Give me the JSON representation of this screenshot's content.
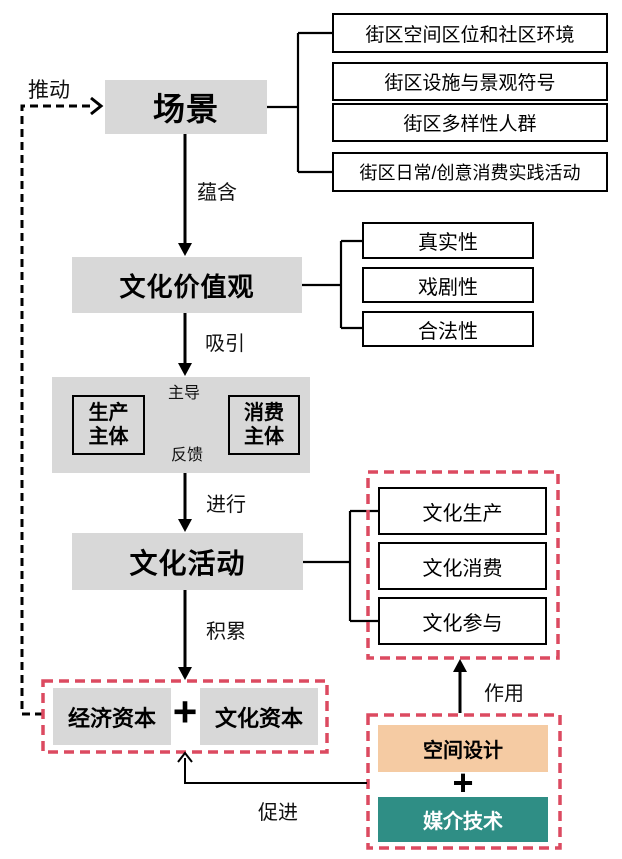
{
  "diagram": {
    "nodes": {
      "scene": "场景",
      "cultural_values": "文化价值观",
      "cultural_activity": "文化活动",
      "producer_lines": [
        "生产",
        "主体"
      ],
      "consumer_lines": [
        "消费",
        "主体"
      ],
      "economic_capital": "经济资本",
      "cultural_capital": "文化资本",
      "space_design": "空间设计",
      "media_technology": "媒介技术",
      "plus": "+"
    },
    "scene_features": [
      "街区空间区位和社区环境",
      "街区设施与景观符号",
      "街区多样性人群",
      "街区日常/创意消费实践活动"
    ],
    "value_dimensions": [
      "真实性",
      "戏剧性",
      "合法性"
    ],
    "activity_forms": [
      "文化生产",
      "文化消费",
      "文化参与"
    ],
    "edge_labels": {
      "promote": "推动",
      "contain": "蕴含",
      "attract": "吸引",
      "lead": "主导",
      "feedback": "反馈",
      "conduct": "进行",
      "accumulate": "积累",
      "act_on": "作用",
      "facilitate": "促进"
    },
    "colors": {
      "node_gray": "#D8D8D8",
      "dashed_red": "#DC4A60",
      "space_design_orange": "#F5CBA3",
      "media_tech_teal": "#2F8E85",
      "line_black": "#000000"
    }
  }
}
